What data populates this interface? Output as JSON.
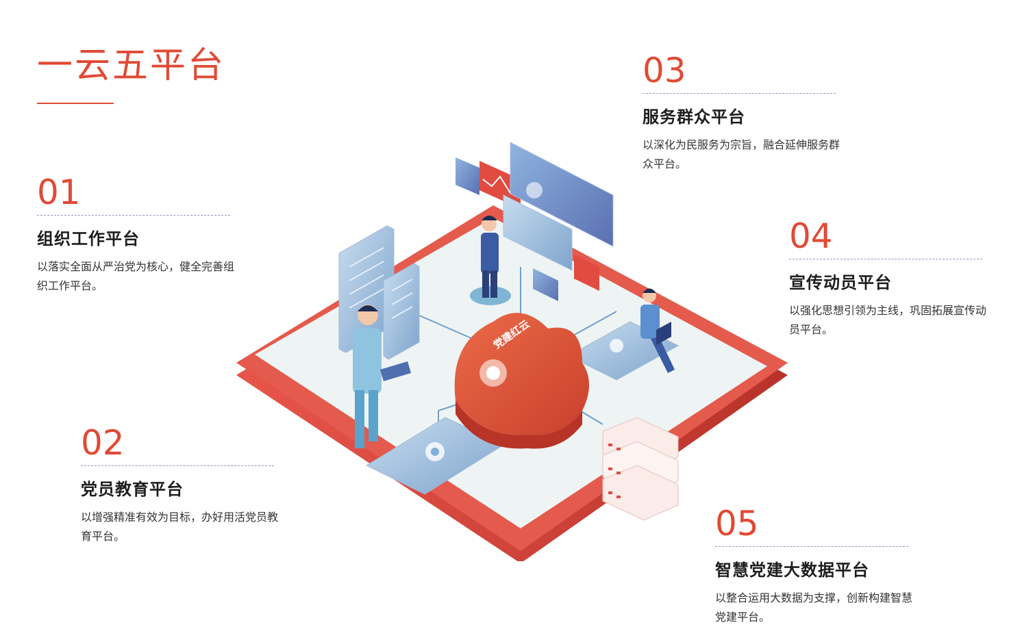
{
  "page_title": "一云五平台",
  "cloud_label": "党建红云",
  "platforms": [
    {
      "num": "01",
      "name": "组织工作平台",
      "desc": "以落实全面从严治党为核心，健全完善组织工作平台。"
    },
    {
      "num": "02",
      "name": "党员教育平台",
      "desc": "以增强精准有效为目标，办好用活党员教育平台。"
    },
    {
      "num": "03",
      "name": "服务群众平台",
      "desc": "以深化为民服务为宗旨，融合延伸服务群众平台。"
    },
    {
      "num": "04",
      "name": "宣传动员平台",
      "desc": "以强化思想引领为主线，巩固拓展宣传动员平台。"
    },
    {
      "num": "05",
      "name": "智慧党建大数据平台",
      "desc": "以整合运用大数据为支撑，创新构建智慧党建平台。"
    }
  ],
  "colors": {
    "accent": "#e04a35",
    "platform_red": "#d94a3e",
    "rule": "#8c95c8"
  }
}
